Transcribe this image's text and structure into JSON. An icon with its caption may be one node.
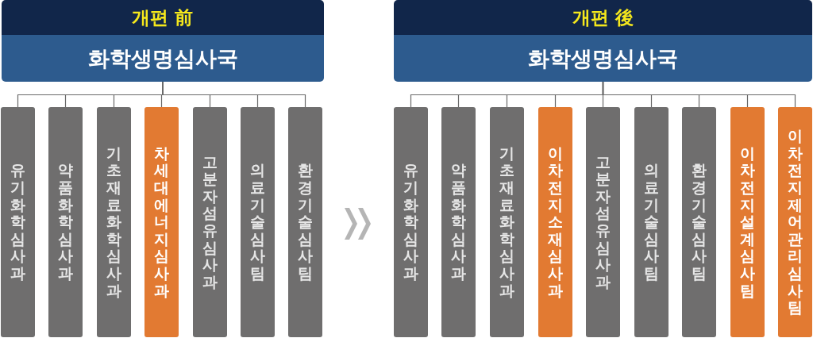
{
  "diagram": {
    "nodes": [
      {
        "text": [
          "개편 前"
        ]
      },
      {
        "text": [
          "화학생명심사국"
        ]
      },
      {
        "text": [
          "유기화학심사과"
        ]
      },
      {
        "text": [
          "약품화학심사과"
        ]
      },
      {
        "text": [
          "기초재료화학심사과"
        ]
      },
      {
        "text": [
          "차세대에너지심사과"
        ]
      },
      {
        "text": [
          "고분자섬유심사과"
        ]
      },
      {
        "text": [
          "의료기술심사팀"
        ]
      },
      {
        "text": [
          "환경기술심사팀"
        ]
      },
      {
        "text": [
          "개편 後"
        ]
      },
      {
        "text": [
          "화학생명심사국"
        ]
      },
      {
        "text": [
          "유기화학심사과"
        ]
      },
      {
        "text": [
          "약품화학심사과"
        ]
      },
      {
        "text": [
          "기초재료화학심사과"
        ]
      },
      {
        "text": [
          "이차전지소재심사과"
        ]
      },
      {
        "text": [
          "고분자섬유심사과"
        ]
      },
      {
        "text": [
          "의료기술심사팀"
        ]
      },
      {
        "text": [
          "환경기술심사팀"
        ]
      },
      {
        "text": [
          "이차전지설계심사팀"
        ]
      },
      {
        "text": [
          "이차전지제어관리심사팀"
        ]
      }
    ],
    "edges": [
      {
        "from": 1,
        "to": 2,
        "arrow": "none"
      },
      {
        "from": 1,
        "to": 3,
        "arrow": "none"
      },
      {
        "from": 1,
        "to": 4,
        "arrow": "none"
      },
      {
        "from": 1,
        "to": 5,
        "arrow": "none"
      },
      {
        "from": 1,
        "to": 6,
        "arrow": "none"
      },
      {
        "from": 1,
        "to": 7,
        "arrow": "none"
      },
      {
        "from": 1,
        "to": 8,
        "arrow": "none"
      },
      {
        "from": 10,
        "to": 11,
        "arrow": "none"
      },
      {
        "from": 10,
        "to": 12,
        "arrow": "none"
      },
      {
        "from": 10,
        "to": 13,
        "arrow": "none"
      },
      {
        "from": 10,
        "to": 14,
        "arrow": "none"
      },
      {
        "from": 10,
        "to": 15,
        "arrow": "none"
      },
      {
        "from": 10,
        "to": 16,
        "arrow": "none"
      },
      {
        "from": 10,
        "to": 17,
        "arrow": "none"
      },
      {
        "from": 10,
        "to": 18,
        "arrow": "none"
      },
      {
        "from": 10,
        "to": 19,
        "arrow": "none"
      },
      {
        "from": 8,
        "to": 11,
        "arrow": "to",
        "color": "#b5b5b5"
      }
    ]
  }
}
